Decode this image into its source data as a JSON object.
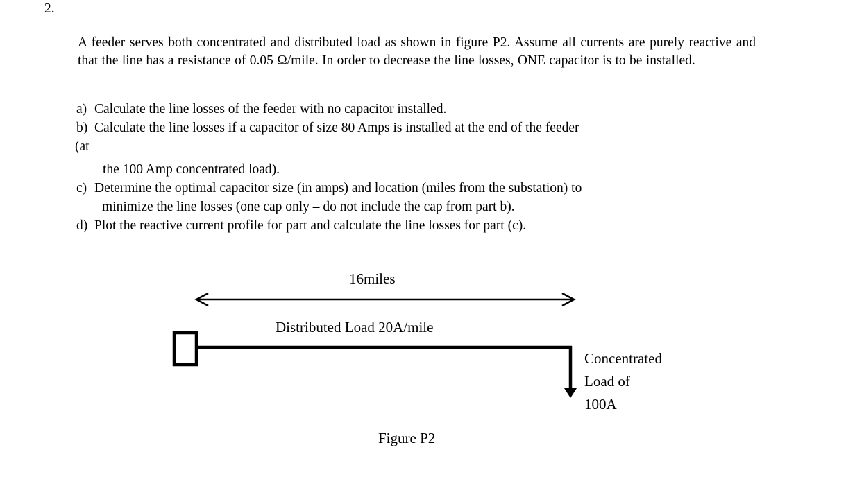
{
  "document": {
    "problem_number": "2.",
    "intro": "A feeder serves both concentrated and distributed load as shown in figure P2.  Assume all currents are purely reactive and that the line has a resistance of 0.05 Ω/mile.  In order to decrease the line losses, ONE capacitor is to be installed.",
    "parts": [
      {
        "label": "a)",
        "text": "Calculate the line losses of the feeder with no capacitor installed."
      },
      {
        "label": "b)",
        "text": "Calculate the line losses if a capacitor of size 80 Amps is installed at the end of the feeder",
        "continuation_1": "(at",
        "continuation_2": "the 100 Amp concentrated load)."
      },
      {
        "label": "c)",
        "text": "Determine the optimal capacitor size (in amps) and location (miles from the substation) to",
        "continuation_1": "minimize the line losses (one cap only – do not include the cap from part b)."
      },
      {
        "label": "d)",
        "text": "Plot the reactive current profile for part and calculate the line losses for part (c)."
      }
    ]
  },
  "figure": {
    "caption": "Figure P2",
    "length_label": "16miles",
    "distributed_load_label": "Distributed Load 20A/mile",
    "concentrated_load_lines": [
      "Concentrated",
      "Load  of",
      "100A"
    ],
    "stroke_color": "#000000",
    "background_color": "#ffffff"
  },
  "diagram_data": {
    "type": "schematic",
    "feeder_length_miles": 16,
    "distributed_load_amps_per_mile": 20,
    "concentrated_load_amps": 100,
    "line_resistance_ohms_per_mile": 0.05,
    "capacitor_size_part_b_amps": 80
  }
}
